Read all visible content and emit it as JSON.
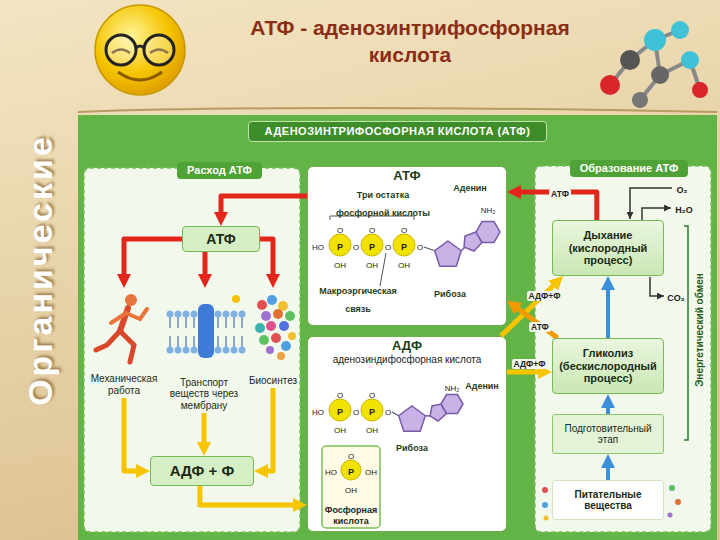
{
  "diagram": {
    "title": "АТФ - аденозинтрифосфорная кислота",
    "nodes": [
      {
        "text": [
          "АДЕНОЗИНТРИФОСФОРНАЯ КИСЛОТА (АТФ)"
        ]
      },
      {
        "text": [
          "Расход АТФ"
        ],
        "in": 0
      },
      {
        "text": [
          "АТФ"
        ],
        "in": 1
      },
      {
        "text": [
          "Механическая работа"
        ],
        "in": 1
      },
      {
        "text": [
          "Транспорт веществ через мембрану"
        ],
        "in": 1
      },
      {
        "text": [
          "Биосинтез"
        ],
        "in": 1
      },
      {
        "text": [
          "АДФ + Ф"
        ],
        "in": 1
      },
      {
        "text": [
          "АТФ"
        ],
        "in": 0
      },
      {
        "text": [
          "АДФ",
          "аденозиндифосфорная кислота"
        ],
        "in": 0
      },
      {
        "text": [
          "Фосфорная кислота"
        ],
        "in": 8
      },
      {
        "text": [
          "Образование АТФ"
        ],
        "in": 0
      },
      {
        "text": [
          "Дыхание (кислородный процесс)"
        ],
        "in": 10
      },
      {
        "text": [
          "Гликолиз (бескислородный процесс)"
        ],
        "in": 10
      },
      {
        "text": [
          "Подготовительный этап"
        ],
        "in": 10
      },
      {
        "text": [
          "Питательные вещества"
        ],
        "in": 10
      }
    ],
    "edges": [
      {
        "from": 7,
        "to": 2,
        "arrow": "to"
      },
      {
        "from": 2,
        "to": 3,
        "arrow": "to"
      },
      {
        "from": 2,
        "to": 4,
        "arrow": "to"
      },
      {
        "from": 2,
        "to": 5,
        "arrow": "to"
      },
      {
        "from": 3,
        "to": 6,
        "arrow": "to"
      },
      {
        "from": 4,
        "to": 6,
        "arrow": "to"
      },
      {
        "from": 5,
        "to": 6,
        "arrow": "to"
      },
      {
        "from": 6,
        "to": 8,
        "arrow": "to"
      },
      {
        "from": 8,
        "to": 12,
        "label": "АДФ+Ф",
        "arrow": "to"
      },
      {
        "from": 8,
        "to": 11,
        "label": "АДФ+Ф",
        "arrow": "to"
      },
      {
        "from": 12,
        "to": 7,
        "label": "АТФ",
        "arrow": "to"
      },
      {
        "from": 11,
        "to": 7,
        "label": "АТФ",
        "arrow": "to"
      },
      {
        "from": 14,
        "to": 13,
        "arrow": "to"
      },
      {
        "from": 13,
        "to": 12,
        "arrow": "to"
      },
      {
        "from": 12,
        "to": 11,
        "arrow": "to"
      }
    ],
    "labels": [
      "Органические",
      "Три остатка фосфорной кислоты",
      "Аденин",
      "HO",
      "P",
      "O",
      "P",
      "O",
      "P",
      "O",
      "O",
      "O",
      "O",
      "OH",
      "OH",
      "OH",
      "NH₂",
      "Макроэргическая связь",
      "Рибоза",
      "HO",
      "P",
      "O",
      "P",
      "O",
      "O",
      "O",
      "OH",
      "OH",
      "NH₂",
      "Аденин",
      "Рибоза",
      "HO",
      "P",
      "OH",
      "O",
      "OH",
      "O₂",
      "H₂O",
      "CO₂",
      "Энергетический обмен"
    ]
  }
}
